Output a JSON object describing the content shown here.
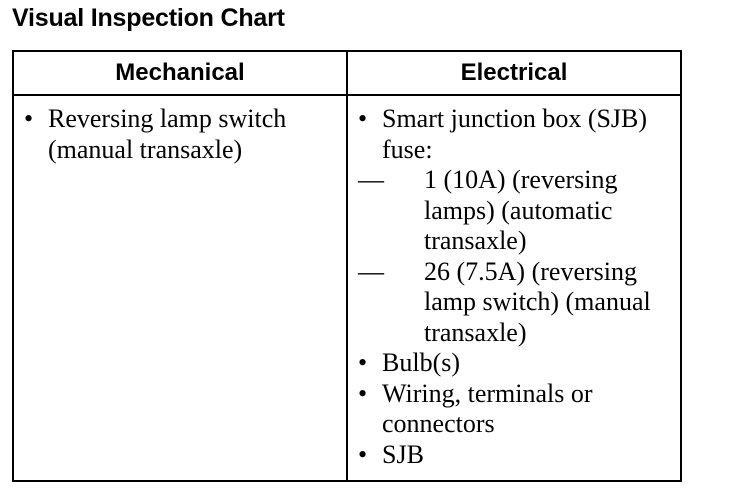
{
  "title": "Visual Inspection Chart",
  "headers": {
    "mechanical": "Mechanical",
    "electrical": "Electrical"
  },
  "bullet_glyph": "•",
  "dash_glyph": "—",
  "mechanical": {
    "items": [
      "Reversing lamp switch (manual transaxle)"
    ]
  },
  "electrical": {
    "sjb_fuse": "Smart junction box (SJB) fuse:",
    "sub_items": [
      "1 (10A) (reversing lamps) (automatic transaxle)",
      "26 (7.5A) (reversing lamp switch) (manual transaxle)"
    ],
    "items": [
      "Bulb(s)",
      "Wiring, terminals or connectors",
      "SJB"
    ]
  }
}
